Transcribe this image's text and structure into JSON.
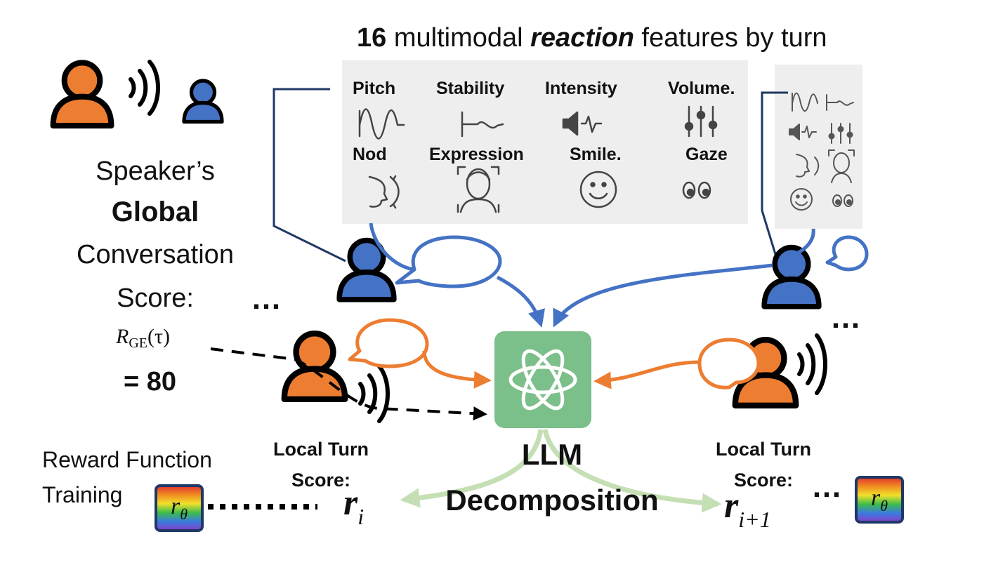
{
  "header": {
    "count": "16",
    "pre": " multimodal ",
    "emph": "reaction",
    "post": " features by turn"
  },
  "features": {
    "pitch": "Pitch",
    "stability": "Stability",
    "intensity": "Intensity",
    "volume": "Volume.",
    "nod": "Nod",
    "expression": "Expression",
    "smile": "Smile.",
    "gaze": "Gaze"
  },
  "global_score": {
    "line1": "Speaker’s",
    "line2": "Global",
    "line3": "Conversation",
    "line4": "Score:",
    "formula_main": "R",
    "formula_sub": "GE",
    "formula_arg": "(τ)",
    "value": "= 80"
  },
  "ellipsis": "…",
  "local_left": {
    "line1": "Local Turn",
    "line2": "Score:",
    "symbol": "r",
    "sub": "i"
  },
  "local_right": {
    "line1": "Local Turn",
    "line2": "Score:",
    "symbol": "r",
    "sub": "i+1"
  },
  "llm": {
    "line1": "LLM",
    "line2": "Decomposition"
  },
  "reward": {
    "line1": "Reward Function",
    "line2": "Training",
    "symbol": "r",
    "sub": "θ"
  },
  "colors": {
    "orange": "#ED7D31",
    "blue": "#4472C4",
    "navy": "#1F3864",
    "llm_green": "#7BBF8A",
    "arrow_green": "#C5DFB4",
    "panel_gray": "#EEEEEE"
  }
}
